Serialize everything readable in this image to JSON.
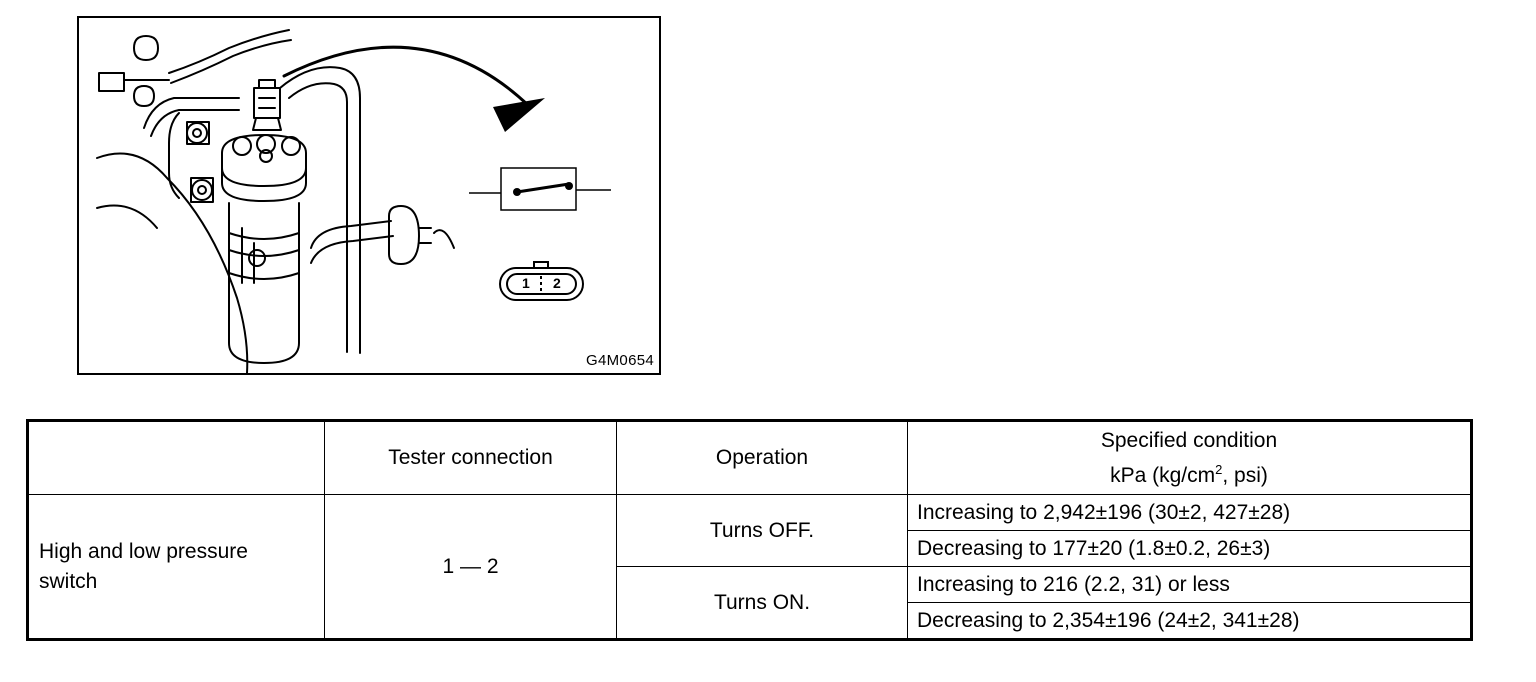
{
  "figure": {
    "code": "G4M0654",
    "connector_pins": [
      "1",
      "2"
    ]
  },
  "table": {
    "headers": {
      "col1": "",
      "col2": "Tester connection",
      "col3": "Operation",
      "col4_line1": "Specified condition",
      "col4_line2_pre": "kPa (kg/cm",
      "col4_line2_sup": "2",
      "col4_line2_post": ", psi)"
    },
    "item": {
      "name_line1": "High and low pressure",
      "name_line2": "switch",
      "tester_connection": "1 — 2"
    },
    "operations": [
      {
        "label": "Turns OFF.",
        "conditions": [
          "Increasing to 2,942±196 (30±2, 427±28)",
          "Decreasing to 177±20 (1.8±0.2, 26±3)"
        ]
      },
      {
        "label": "Turns ON.",
        "conditions": [
          "Increasing to 216 (2.2, 31) or less",
          "Decreasing to 2,354±196 (24±2, 341±28)"
        ]
      }
    ]
  }
}
